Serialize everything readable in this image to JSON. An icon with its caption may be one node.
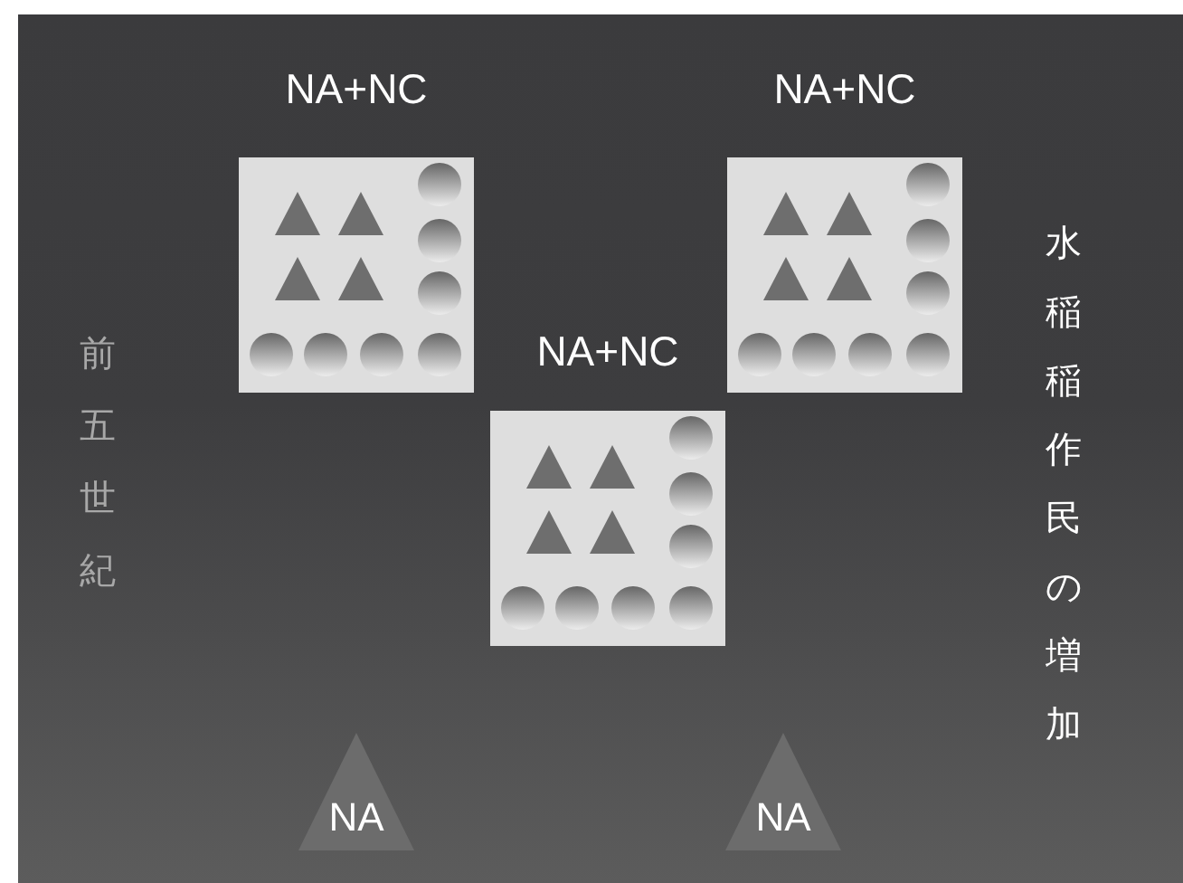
{
  "diagram": {
    "nodes": [
      {
        "text": [
          "NA+NC"
        ]
      },
      {
        "text": [
          "NA+NC"
        ]
      },
      {
        "text": [
          "NA+NC"
        ]
      },
      {
        "text": [
          "NA"
        ]
      },
      {
        "text": [
          "NA"
        ]
      }
    ],
    "labels": [
      "前五世紀",
      "水稲稲作民の増加"
    ]
  }
}
